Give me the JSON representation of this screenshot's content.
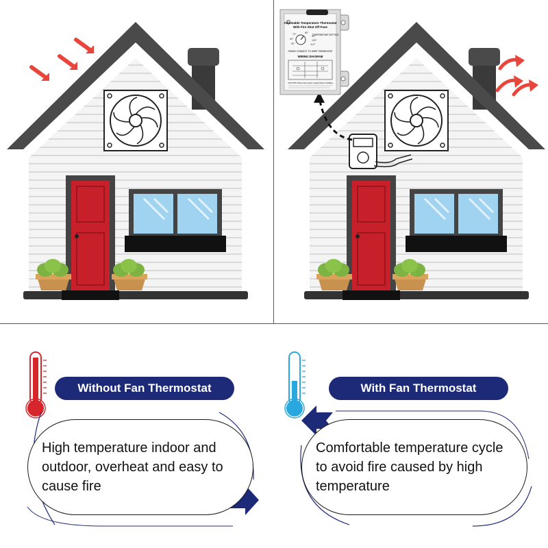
{
  "panels": [
    {
      "label": "Without Fan Thermostat",
      "description": "High temperature indoor and outdoor, overheat and easy to cause fire",
      "thermometer_color": "#d7262b",
      "arrow_color": "#e8453c"
    },
    {
      "label": "With Fan Thermostat",
      "description": "Comfortable temperature cycle to avoid fire caused by high temperature",
      "thermometer_color": "#29a8df",
      "arrow_color": "#e8453c"
    }
  ],
  "thermostat": {
    "title_line1": "Adjustable Temperature Thermostat",
    "title_line2": "With Fire Shut Off Fuse",
    "setting_label": "TEMPERATURE SETTING",
    "diagram_label": "WIRING DIAGRAM",
    "connect_note": "ROMEX CONNECT TO WIRE THERMOSTAT",
    "warning": "CAUTION: Disconnect power supply before installing"
  },
  "colors": {
    "roof": "#4a4a4a",
    "door": "#c8202a",
    "navy": "#1c2a78",
    "window": "#9fd3ef"
  }
}
